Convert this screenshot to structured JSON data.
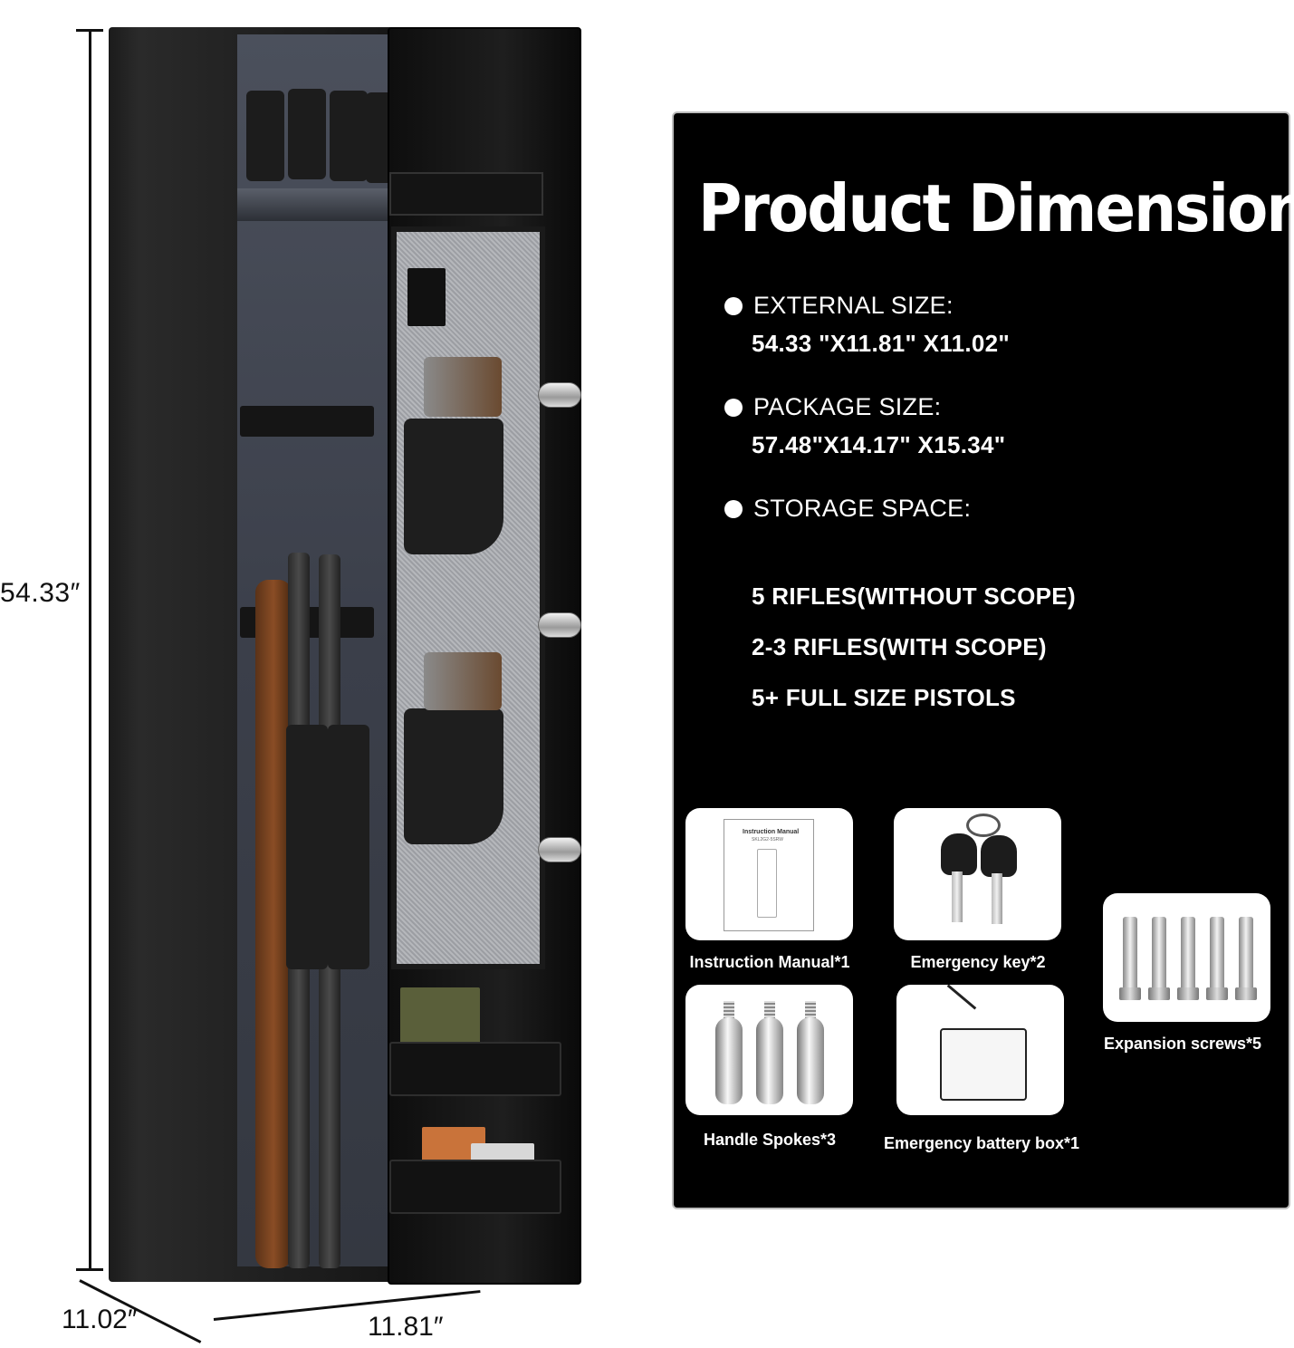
{
  "dimensions": {
    "height": "54.33″",
    "depth": "11.02″",
    "width": "11.81″"
  },
  "panel": {
    "title": "Product Dimension",
    "external_label": "EXTERNAL SIZE:",
    "external_value": "54.33 \"X11.81\" X11.02\"",
    "package_label": "PACKAGE SIZE:",
    "package_value": "57.48\"X14.17\" X15.34\"",
    "storage_label": "STORAGE SPACE:",
    "storage_items": [
      "5 RIFLES(WITHOUT SCOPE)",
      "2-3 RIFLES(WITH SCOPE)",
      "5+ FULL SIZE PISTOLS"
    ]
  },
  "accessories": {
    "manual": {
      "label": "Instruction Manual*1",
      "doc_title": "Instruction Manual",
      "doc_code": "SKL2G2-5SRW"
    },
    "key": {
      "label": "Emergency key*2"
    },
    "screws": {
      "label": "Expansion screws*5"
    },
    "spokes": {
      "label": "Handle Spokes*3"
    },
    "battery": {
      "label": "Emergency battery box*1"
    }
  },
  "colors": {
    "panel_bg": "#000000",
    "text": "#ffffff",
    "card_bg": "#ffffff"
  }
}
